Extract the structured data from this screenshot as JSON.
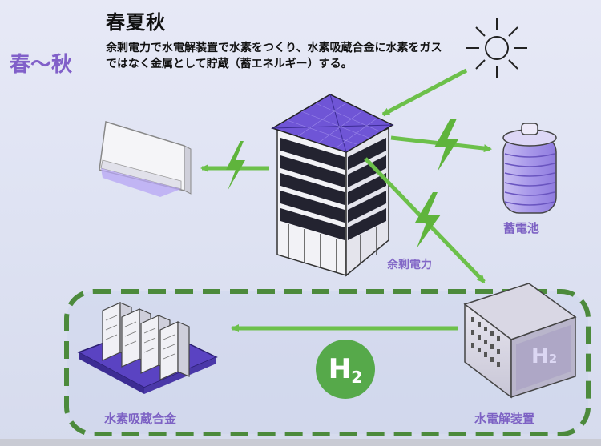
{
  "header": {
    "title": "春夏秋",
    "description": "余剰電力で水電解装置で水素をつくり、水素吸蔵合金に水素をガスではなく金属として貯蔵（蓄エネルギー）する。",
    "season_label": "春〜秋"
  },
  "labels": {
    "surplus_power": "余剰電力",
    "battery": "蓄電池",
    "hydrogen_alloy": "水素吸蔵合金",
    "electrolyzer": "水電解装置"
  },
  "h2_badge": {
    "symbol": "H",
    "subscript": "2"
  },
  "electrolyzer_mark": {
    "symbol": "H",
    "subscript": "2"
  },
  "colors": {
    "arrow_green": "#6cc04a",
    "bolt_green": "#5fb43c",
    "dashed_border": "#4c8a3c",
    "accent_purple": "#7d62c4",
    "building_roof": "#6f55d6"
  },
  "icons": [
    "sun-icon",
    "air-conditioner-icon",
    "building-icon",
    "battery-icon",
    "hydrogen-alloy-icon",
    "electrolyzer-icon",
    "lightning-bolt-icon"
  ]
}
